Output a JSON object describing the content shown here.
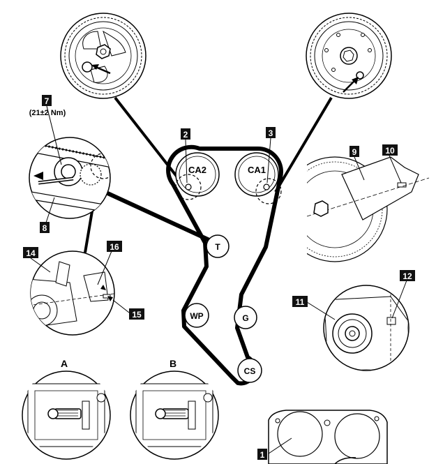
{
  "pulleys": {
    "ca2": "CA2",
    "ca1": "CA1",
    "t": "T",
    "wp": "WP",
    "g": "G",
    "cs": "CS"
  },
  "callouts": {
    "c1": "1",
    "c2": "2",
    "c3": "3",
    "c7": "7",
    "c8": "8",
    "c9": "9",
    "c10": "10",
    "c11": "11",
    "c12": "12",
    "c14": "14",
    "c15": "15",
    "c16": "16"
  },
  "torque_spec": "(21±2 Nm)",
  "detail_letters": {
    "a": "A",
    "b": "B"
  }
}
